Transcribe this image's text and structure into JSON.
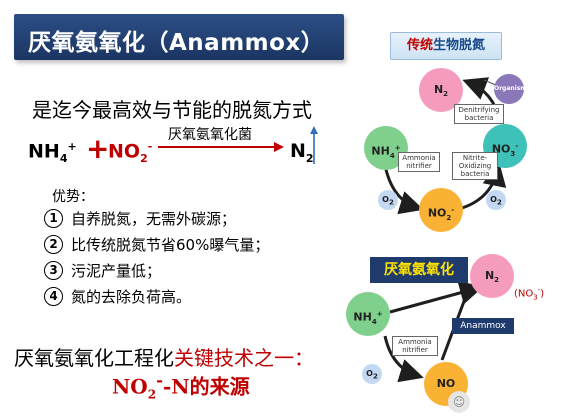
{
  "title": "厌氧氨氧化（Anammox）",
  "tagline": "是迄今最高效与节能的脱氮方式",
  "equation": {
    "reactant1": "NH",
    "reactant1_sub": "4",
    "reactant1_sup": "+",
    "plus": "+",
    "reactant2": "NO",
    "reactant2_sub": "2",
    "reactant2_sup": "-",
    "arrow_label": "厌氧氨氧化菌",
    "product": "N",
    "product_sub": "2"
  },
  "advantages": {
    "title": "优势：",
    "items": [
      {
        "num": "1",
        "text": "自养脱氮，无需外碳源；"
      },
      {
        "num": "2",
        "text": "比传统脱氮节省60%曝气量；"
      },
      {
        "num": "3",
        "text": "污泥产量低；"
      },
      {
        "num": "4",
        "text": "氮的去除负荷高。"
      }
    ]
  },
  "footer": {
    "line1_black": "厌氧氨氧化工程化",
    "line1_red": "关键技术之一：",
    "line2_a": "NO",
    "line2_sub": "2",
    "line2_sup": "-",
    "line2_b": "-N的来源"
  },
  "traditional": {
    "title_a": "传统",
    "title_b": "生物脱氮",
    "nodes": {
      "n2": "N",
      "n2_sub": "2",
      "nh4": "NH",
      "nh4_sub": "4",
      "nh4_sup": "+",
      "no3": "NO",
      "no3_sub": "3",
      "no3_sup": "-",
      "no2": "NO",
      "no2_sub": "2",
      "no2_sup": "-",
      "o2_left": "O",
      "o2_left_sub": "2",
      "o2_right": "O",
      "o2_right_sub": "2",
      "organism": "Organism"
    },
    "labels": {
      "denitrifying": "Denitrifying bacteria",
      "ammonia": "Ammonia nitrifier",
      "nitrite": "Nitrite-Oxidizing bacteria"
    }
  },
  "anammox_diagram": {
    "title": "厌氧氨氧化",
    "nodes": {
      "n2": "N",
      "n2_sub": "2",
      "no3_note": "(NO",
      "no3_note_sub": "3",
      "no3_note_sup": "-",
      "no3_note_end": ")",
      "nh4": "NH",
      "nh4_sub": "4",
      "nh4_sup": "+",
      "no2": "NO",
      "o2": "O",
      "o2_sub": "2"
    },
    "labels": {
      "anammox": "Anammox",
      "ammonia": "Ammonia nitrifier"
    }
  },
  "colors": {
    "title_bar": "#1b3563",
    "red": "#c00000",
    "node_green": "#7fd08c",
    "node_pink": "#f59bbd",
    "node_teal": "#3ec1b8",
    "node_orange": "#f9b233",
    "node_blue": "#c3d8f2",
    "node_purple": "#8a78b8",
    "anammox_label_bg": "#1f3b6e",
    "anammox_label_text": "#ffe200"
  }
}
